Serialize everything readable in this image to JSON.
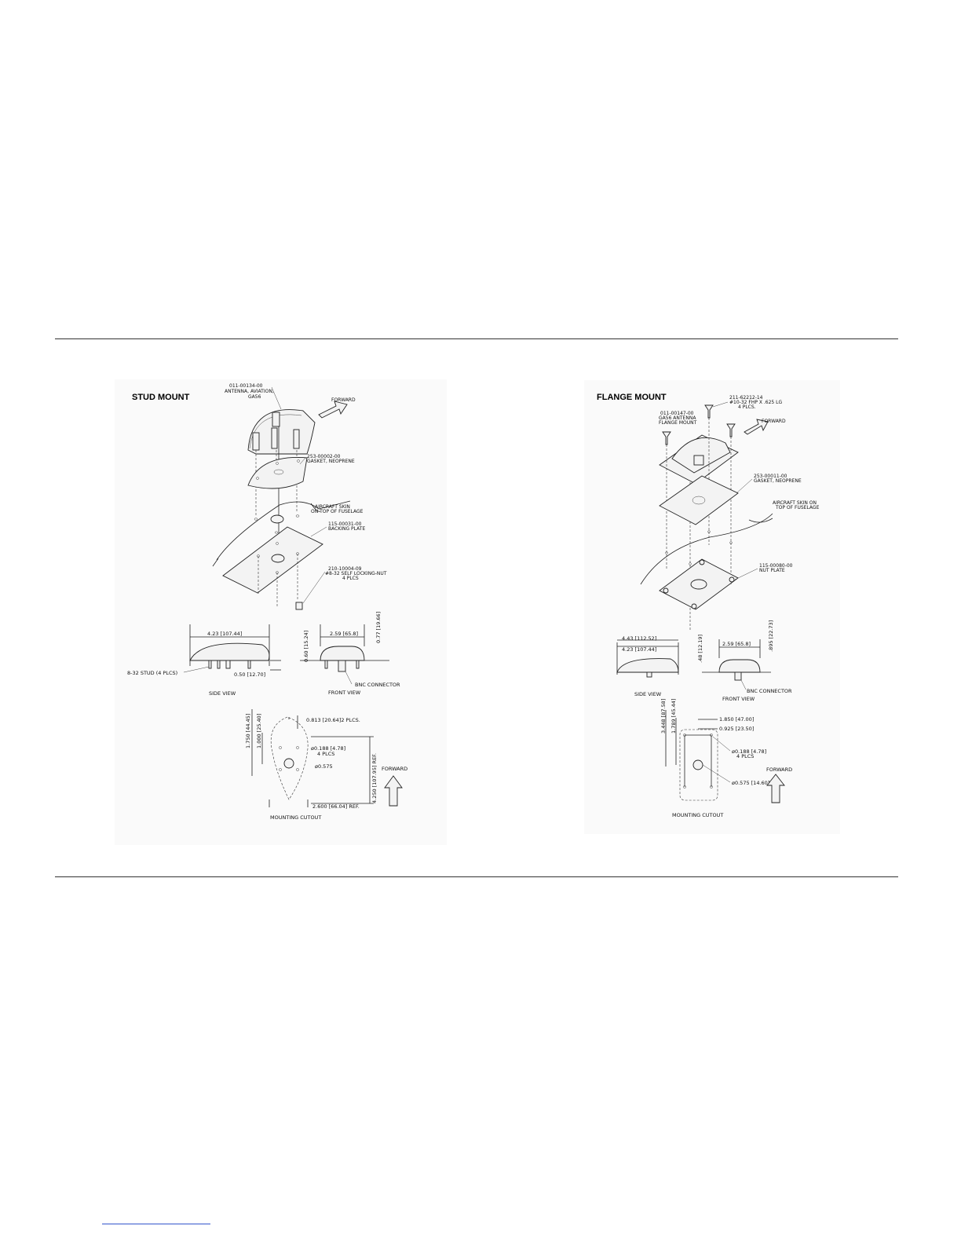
{
  "stud": {
    "title": "STUD MOUNT",
    "antenna_pn": "011-00134-00",
    "antenna_desc1": "ANTENNA, AVIATION,",
    "antenna_desc2": "GA56",
    "forward": "FORWARD",
    "gasket_pn": "253-00002-00",
    "gasket_desc": "GASKET, NEOPRENE",
    "skin1": "AIRCRAFT SKIN",
    "skin2": "ON TOP OF FUSELAGE",
    "backing_pn": "115-00031-00",
    "backing_desc": "BACKING PLATE",
    "nut_pn": "210-10004-09",
    "nut_desc1": "#8-32 SELF LOCKING-NUT",
    "nut_desc2": "4 PLCS",
    "dim_length": "4.23 [107.44]",
    "stud_label": "8-32 STUD (4 PLCS)",
    "dim_stud": "0.50 [12.70]",
    "side_view": "SIDE VIEW",
    "dim_height": "0.60 [15.24]",
    "dim_width": "2.59 [65.8]",
    "dim_dome": "0.77 [19.66]",
    "bnc": "BNC CONNECTOR",
    "front_view": "FRONT VIEW",
    "cut_1750": "1.750 [44.45]",
    "cut_1000": "1.000 [25.40]",
    "cut_0813": "0.813 [20.64]2 PLCS.",
    "cut_hole1": "ø0.188 [4.78]",
    "cut_hole2": "4 PLCS",
    "cut_center": "ø0.575",
    "cut_4250": "4.250 [107.95] REF.",
    "cut_2600": "2.600 [66.04] REF.",
    "cut_forward": "FORWARD",
    "mounting_cutout": "MOUNTING CUTOUT"
  },
  "flange": {
    "title": "FLANGE MOUNT",
    "screw_pn": "211-62212-14",
    "screw_desc1": "#10-32 FHP X .625 LG",
    "screw_desc2": "4 PLCS.",
    "antenna_pn": "011-00147-00",
    "antenna_desc1": "GA56 ANTENNA",
    "antenna_desc2": "FLANGE MOUNT",
    "forward": "FORWARD",
    "gasket_pn": "253-00011-00",
    "gasket_desc": "GASKET, NEOPRENE",
    "skin1": "AIRCRAFT SKIN ON",
    "skin2": "TOP OF FUSELAGE",
    "nutplate_pn": "115-00080-00",
    "nutplate_desc": "NUT PLATE",
    "dim_443": "4.43 [112.52]",
    "dim_423": "4.23 [107.44]",
    "dim_48": ".48 [12.19]",
    "dim_259": "2.59 [65.8]",
    "dim_895": ".895 [22.73]",
    "side_view": "SIDE VIEW",
    "bnc": "BNC CONNECTOR",
    "front_view": "FRONT VIEW",
    "cut_3448": "3.448 [87.58]",
    "cut_1789": "1.789 [45.44]",
    "cut_1850": "1.850 [47.00]",
    "cut_0925": "0.925 [23.50]",
    "cut_hole1": "ø0.188 [4.78]",
    "cut_hole2": "4 PLCS",
    "cut_center": "ø0.575 [14.60]",
    "cut_forward": "FORWARD",
    "mounting_cutout": "MOUNTING CUTOUT"
  }
}
